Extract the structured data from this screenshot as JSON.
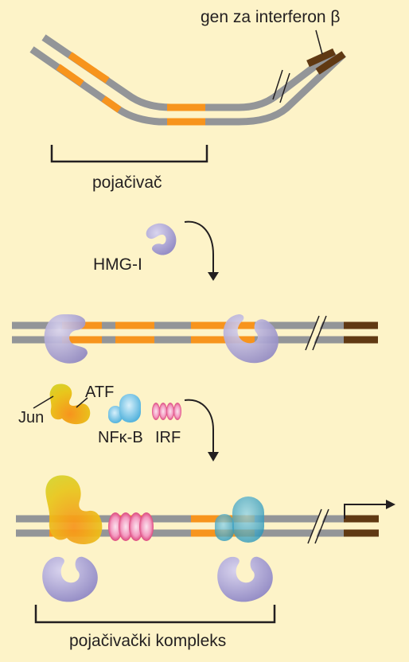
{
  "labels": {
    "gene": "gen za interferon β",
    "enhancer": "pojačivač",
    "hmg": "HMG-I",
    "atf": "ATF",
    "jun": "Jun",
    "nfkb": "NFκ-B",
    "irf": "IRF",
    "complex": "pojačivački kompleks"
  },
  "colors": {
    "background": "#fdf3c8",
    "dna": "#939598",
    "enhancer_site": "#f7941d",
    "gene": "#603913",
    "hmg": "#9c95c9",
    "jun_atf": "#e6c619",
    "nfkb": "#4fb3d9",
    "irf": "#e0457b"
  }
}
